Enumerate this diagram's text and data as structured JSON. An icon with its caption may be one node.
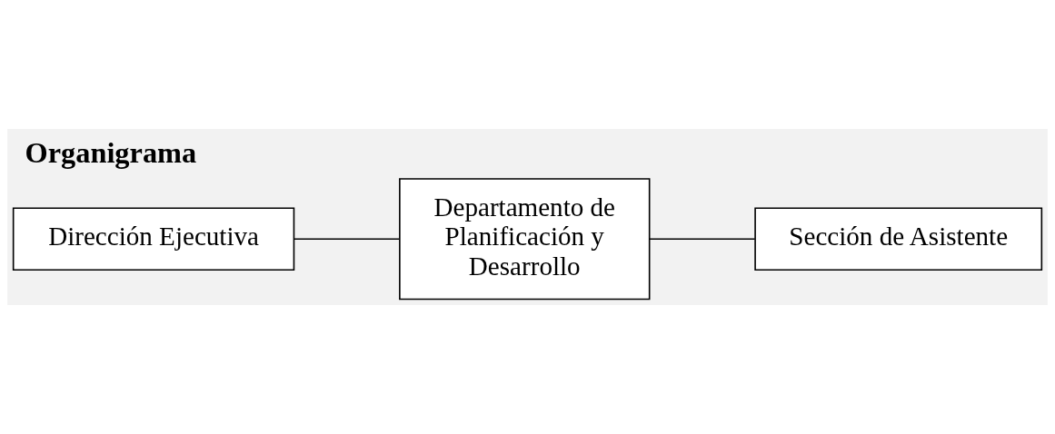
{
  "diagram": {
    "title": "Organigrama",
    "nodes": [
      {
        "text": [
          "Dirección Ejecutiva"
        ]
      },
      {
        "text": [
          "Departamento de Planificación y Desarrollo"
        ]
      },
      {
        "text": [
          "Sección de Asistente"
        ]
      }
    ],
    "edges": [
      {
        "from": 0,
        "to": 1,
        "arrow": "none"
      },
      {
        "from": 1,
        "to": 2,
        "arrow": "none"
      }
    ]
  }
}
